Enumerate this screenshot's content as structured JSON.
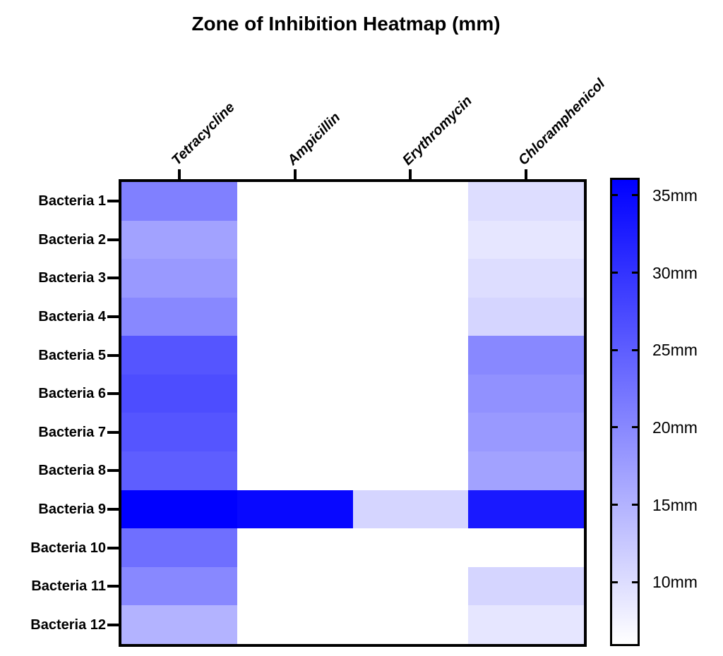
{
  "title": "Zone of Inhibition Heatmap (mm)",
  "chart_data": {
    "type": "heatmap",
    "rows": [
      "Bacteria 1",
      "Bacteria 2",
      "Bacteria 3",
      "Bacteria 4",
      "Bacteria 5",
      "Bacteria 6",
      "Bacteria 7",
      "Bacteria 8",
      "Bacteria 9",
      "Bacteria 10",
      "Bacteria 11",
      "Bacteria 12"
    ],
    "columns": [
      "Tetracycline",
      "Ampicillin",
      "Erythromycin",
      "Chloramphenicol"
    ],
    "unit": "mm",
    "values": [
      [
        21,
        6,
        6,
        10
      ],
      [
        17,
        6,
        6,
        9
      ],
      [
        18,
        6,
        6,
        10
      ],
      [
        20,
        6,
        6,
        11
      ],
      [
        26,
        6,
        6,
        20
      ],
      [
        27,
        6,
        6,
        19
      ],
      [
        26,
        6,
        6,
        18
      ],
      [
        25,
        6,
        6,
        17
      ],
      [
        36,
        35,
        11,
        33
      ],
      [
        23,
        6,
        6,
        6
      ],
      [
        20,
        6,
        6,
        11
      ],
      [
        15,
        6,
        6,
        9
      ]
    ],
    "colorbar": {
      "min": 6,
      "max": 36,
      "ticks": [
        35,
        30,
        25,
        20,
        15,
        10
      ],
      "tick_labels": [
        "35mm",
        "30mm",
        "25mm",
        "20mm",
        "15mm",
        "10mm"
      ],
      "min_color": "#FFFFFF",
      "max_color": "#0000FF"
    },
    "layout": {
      "grid": false,
      "legend_position": "right-colorbar",
      "row_axis_side": "left",
      "column_axis_side": "top",
      "column_label_rotation_deg": 45
    }
  }
}
